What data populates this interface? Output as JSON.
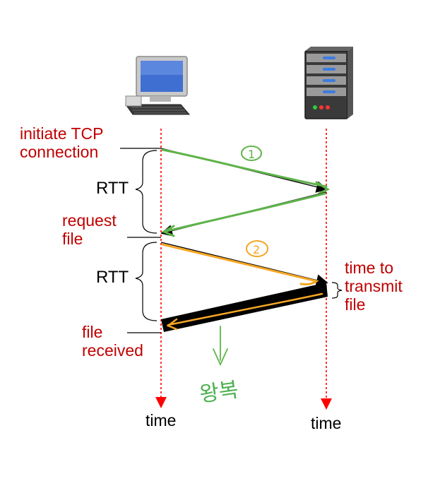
{
  "labels": {
    "initiate": [
      "initiate TCP",
      "connection"
    ],
    "request": [
      "request",
      "file"
    ],
    "time_to_transmit": [
      "time to",
      "transmit",
      "file"
    ],
    "file_received": [
      "file",
      "received"
    ],
    "rtt_1": "RTT",
    "rtt_2": "RTT",
    "time_client": "time",
    "time_server": "time"
  },
  "annotations": {
    "step_1": "1",
    "step_2": "2",
    "handwriting": "왕복"
  },
  "colors": {
    "label_red": "#c00000",
    "timeline_red": "#ff0000",
    "green_annotation": "#5fb34a",
    "orange_annotation": "#f5a623",
    "arrow_black": "#000000"
  },
  "icons": {
    "client": "desktop-computer-icon",
    "server": "server-tower-icon"
  }
}
